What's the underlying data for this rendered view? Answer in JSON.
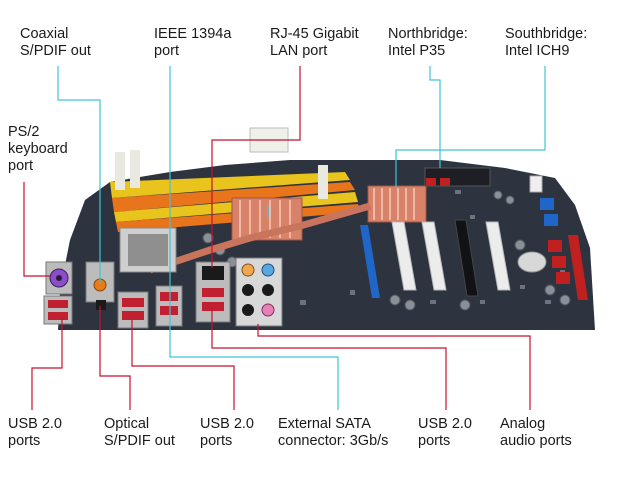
{
  "labels": {
    "coaxial_spdif": "Coaxial\nS/PDIF out",
    "ieee1394": "IEEE 1394a\nport",
    "rj45": "RJ-45 Gigabit\nLAN port",
    "northbridge": "Northbridge:\nIntel P35",
    "southbridge": "Southbridge:\nIntel ICH9",
    "ps2": "PS/2\nkeyboard\nport",
    "usb_left": "USB 2.0\nports",
    "optical_spdif": "Optical\nS/PDIF out",
    "usb_mid": "USB 2.0\nports",
    "esata": "External SATA\nconnector: 3Gb/s",
    "usb_right": "USB 2.0\nports",
    "analog_audio": "Analog\naudio ports"
  },
  "colors": {
    "cyan_leader": "#40c4d8",
    "red_leader": "#c8102e",
    "pcb": "#2d3440",
    "heatsink": "#d9826a",
    "dimm_yellow": "#e8c41c",
    "dimm_orange": "#e8741c",
    "pcie_blue": "#1f66c8",
    "pci_white": "#ececec",
    "sata_red": "#c02020",
    "io_silver": "#bcbcbc"
  }
}
